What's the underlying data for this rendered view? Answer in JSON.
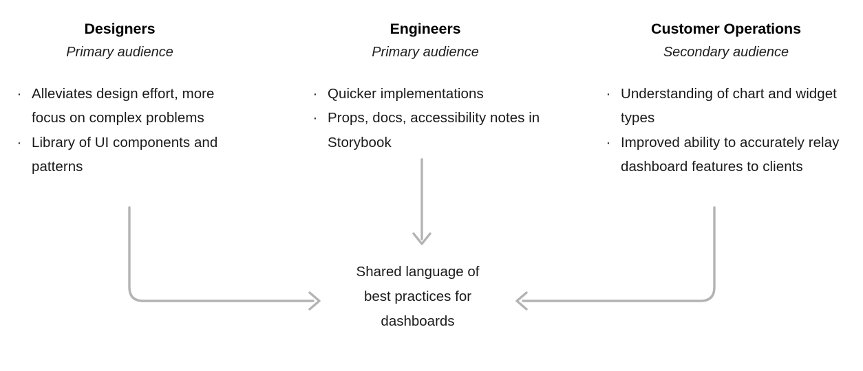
{
  "columns": [
    {
      "id": "designers",
      "title": "Designers",
      "subtitle": "Primary audience",
      "bullet_glyph": "·",
      "bullets": [
        "Alleviates design effort, more focus on complex problems",
        "Library of UI components and patterns"
      ]
    },
    {
      "id": "engineers",
      "title": "Engineers",
      "subtitle": "Primary audience",
      "bullet_glyph": "·",
      "bullets": [
        "Quicker implementations",
        "Props, docs, accessibility notes in Storybook"
      ]
    },
    {
      "id": "customerops",
      "title": "Customer Operations",
      "subtitle": "Secondary audience",
      "bullet_glyph": "·",
      "bullets": [
        "Understanding of chart and widget types",
        "Improved ability to accurately relay dashboard features to clients"
      ]
    }
  ],
  "outcome": {
    "line1": "Shared language of",
    "line2": "best practices for",
    "line3": "dashboards"
  },
  "arrows": [
    {
      "name": "designers-to-outcome",
      "direction": "down-then-right"
    },
    {
      "name": "engineers-to-outcome",
      "direction": "down"
    },
    {
      "name": "customerops-to-outcome",
      "direction": "down-then-left"
    }
  ],
  "colors": {
    "background": "#ffffff",
    "text": "#1a1a1a",
    "title": "#000000",
    "arrow": "#b3b3b3"
  }
}
